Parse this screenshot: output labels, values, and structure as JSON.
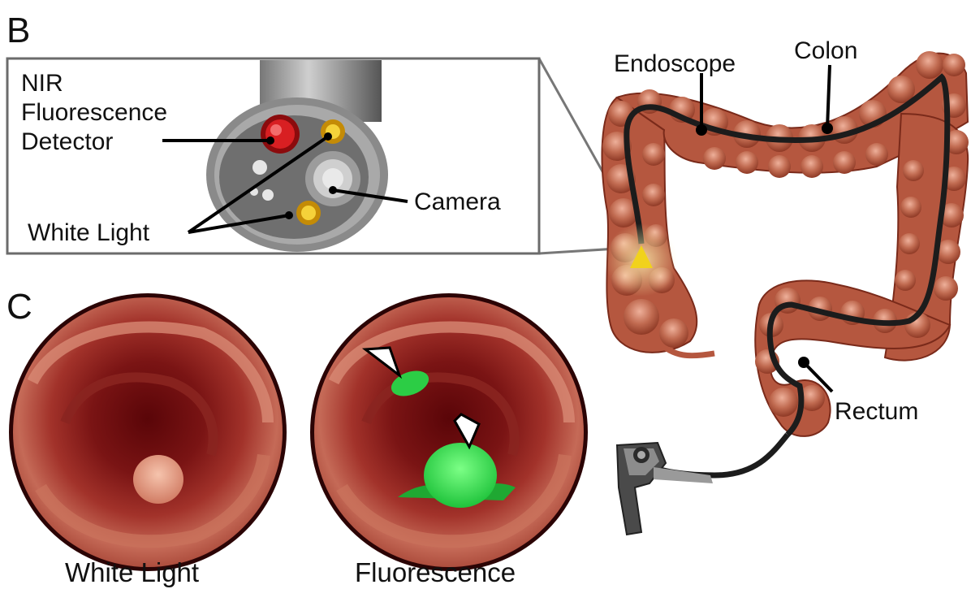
{
  "panels": {
    "b_letter": "B",
    "c_letter": "C"
  },
  "inset_labels": {
    "nir_line1": "NIR",
    "nir_line2": "Fluorescence",
    "nir_line3": "Detector",
    "camera": "Camera",
    "white_light": "White Light"
  },
  "colon_labels": {
    "endoscope": "Endoscope",
    "colon": "Colon",
    "rectum": "Rectum"
  },
  "captions": {
    "white_light": "White Light",
    "fluorescence": "Fluorescence"
  },
  "colors": {
    "colon_fill": "#b5573f",
    "colon_highlight": "#e7a78e",
    "lumen_dark": "#6e0d10",
    "fluorescence_green": "#2fd84a",
    "nir_red": "#d81f22",
    "led_yellow": "#e9b81a"
  }
}
